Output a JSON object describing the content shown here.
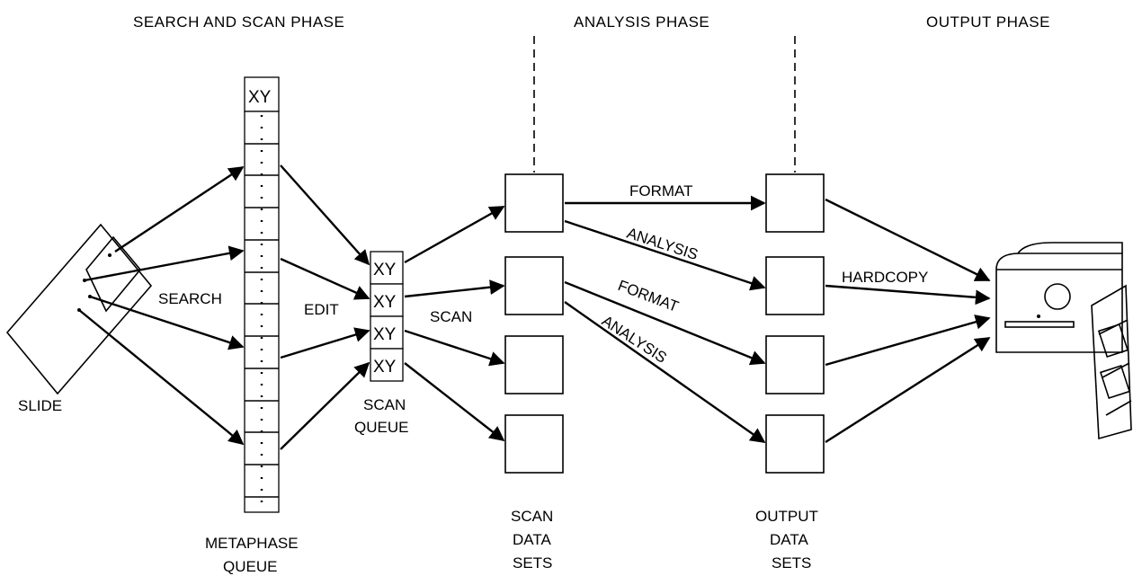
{
  "phases": {
    "search_scan": "SEARCH AND SCAN PHASE",
    "analysis": "ANALYSIS PHASE",
    "output": "OUTPUT PHASE"
  },
  "labels": {
    "slide": "SLIDE",
    "search": "SEARCH",
    "edit": "EDIT",
    "scan": "SCAN",
    "hardcopy": "HARDCOPY",
    "format_top": "FORMAT",
    "analysis_top": "ANALYSIS",
    "format_mid": "FORMAT",
    "analysis_mid": "ANALYSIS"
  },
  "metaphase_queue": {
    "head": "XY",
    "label_line1": "METAPHASE",
    "label_line2": "QUEUE"
  },
  "scan_queue": {
    "cells": [
      "XY",
      "XY",
      "XY",
      "XY"
    ],
    "label_line1": "SCAN",
    "label_line2": "QUEUE"
  },
  "scan_data_sets": {
    "label_line1": "SCAN",
    "label_line2": "DATA",
    "label_line3": "SETS"
  },
  "output_data_sets": {
    "label_line1": "OUTPUT",
    "label_line2": "DATA",
    "label_line3": "SETS"
  }
}
